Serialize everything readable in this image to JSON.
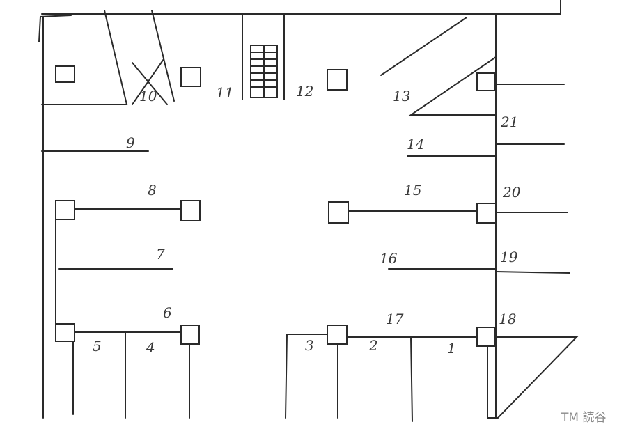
{
  "title": "Hand-drawn parking lot layout",
  "spaces": [
    "1",
    "2",
    "3",
    "4",
    "5",
    "6",
    "7",
    "8",
    "9",
    "10",
    "11",
    "12",
    "13",
    "14",
    "15",
    "16",
    "17",
    "18",
    "19",
    "20",
    "21"
  ],
  "signature": "TM 読谷",
  "colors": {
    "line": "#2a2a2a",
    "label": "#3a3a3a"
  }
}
